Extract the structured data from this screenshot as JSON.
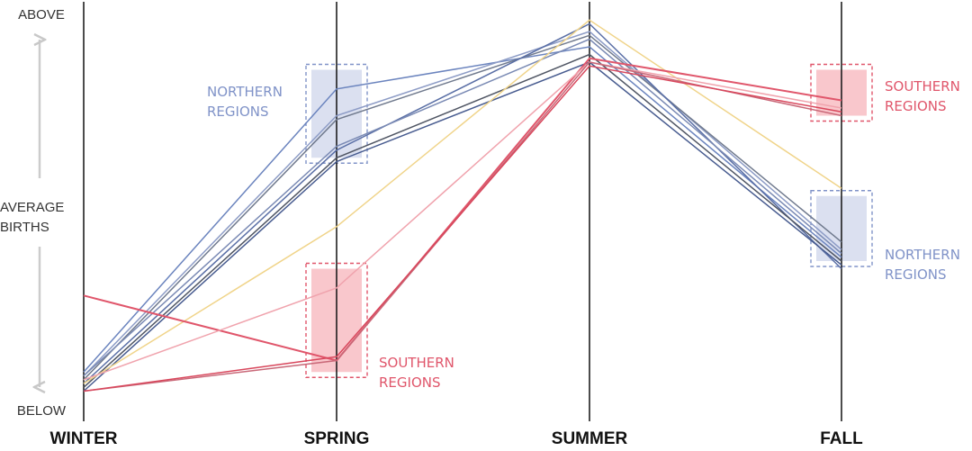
{
  "chart_data": {
    "type": "line",
    "categories": [
      "WINTER",
      "SPRING",
      "SUMMER",
      "FALL"
    ],
    "y_scale_labels": {
      "top": "ABOVE",
      "middle": [
        "AVERAGE",
        "BIRTHS"
      ],
      "bottom": "BELOW"
    },
    "ylim": [
      0,
      1
    ],
    "grid": false,
    "series": [
      {
        "group": "northern",
        "values": [
          0.07,
          0.81,
          0.92,
          0.37
        ],
        "color": "#6b84be"
      },
      {
        "group": "northern",
        "values": [
          0.06,
          0.74,
          0.96,
          0.39
        ],
        "color": "#8d9cc6"
      },
      {
        "group": "northern",
        "values": [
          0.05,
          0.73,
          0.95,
          0.41
        ],
        "color": "#707a8e"
      },
      {
        "group": "northern",
        "values": [
          0.04,
          0.65,
          0.98,
          0.34
        ],
        "color": "#5a6fa6"
      },
      {
        "group": "northern",
        "values": [
          0.03,
          0.63,
          0.9,
          0.36
        ],
        "color": "#505664"
      },
      {
        "group": "northern",
        "values": [
          0.02,
          0.62,
          0.88,
          0.35
        ],
        "color": "#475b8f"
      },
      {
        "group": "northern",
        "values": [
          0.06,
          0.66,
          0.94,
          0.38
        ],
        "color": "#7a8ab4"
      },
      {
        "group": "yellow",
        "values": [
          0.04,
          0.45,
          0.99,
          0.55
        ],
        "color": "#f0d48a"
      },
      {
        "group": "southern",
        "values": [
          0.27,
          0.1,
          0.89,
          0.78
        ],
        "color": "#e0566b"
      },
      {
        "group": "southern",
        "values": [
          0.05,
          0.29,
          0.88,
          0.76
        ],
        "color": "#f0a3ad"
      },
      {
        "group": "southern",
        "values": [
          0.02,
          0.1,
          0.88,
          0.74
        ],
        "color": "#c96878"
      },
      {
        "group": "southern",
        "values": [
          0.02,
          0.11,
          0.87,
          0.75
        ],
        "color": "#d8475c"
      }
    ],
    "annotations": [
      {
        "lines": [
          "NORTHERN",
          "REGIONS"
        ],
        "category": "SPRING",
        "range": [
          0.63,
          0.86
        ],
        "color": "#8093c8",
        "fill": "#dbe0f0"
      },
      {
        "lines": [
          "SOUTHERN",
          "REGIONS"
        ],
        "category": "SPRING",
        "range": [
          0.07,
          0.34
        ],
        "color": "#e0566b",
        "fill": "#f9c7cc"
      },
      {
        "lines": [
          "SOUTHERN",
          "REGIONS"
        ],
        "category": "FALL",
        "range": [
          0.74,
          0.86
        ],
        "color": "#e0566b",
        "fill": "#f9c7cc"
      },
      {
        "lines": [
          "NORTHERN",
          "REGIONS"
        ],
        "category": "FALL",
        "range": [
          0.36,
          0.53
        ],
        "color": "#8093c8",
        "fill": "#dbe0f0"
      }
    ]
  }
}
